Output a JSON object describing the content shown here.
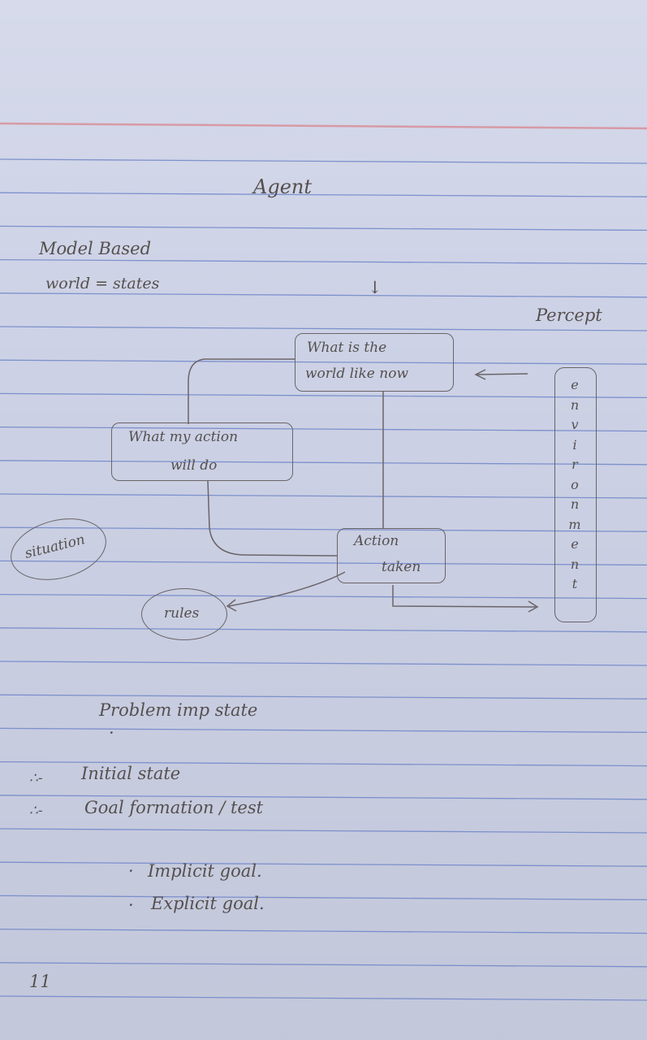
{
  "heading": "Agent",
  "subtitle": "Model Based",
  "world_line": "world = states",
  "down_arrow": "↓",
  "percept": "Percept",
  "box_world": {
    "line1": "What is the",
    "line2": "world like now"
  },
  "box_action": {
    "line1": "What my action",
    "line2": "will do"
  },
  "box_taken": {
    "line1": "Action",
    "line2": "taken"
  },
  "situation": "situation",
  "rules": "rules",
  "environment_letters": [
    "e",
    "n",
    "v",
    "i",
    "r",
    "o",
    "n",
    "m",
    "e",
    "n",
    "t"
  ],
  "problem_heading": "Problem imp state",
  "problem_dot": "·",
  "list": [
    {
      "bullet": "∴-",
      "text": "Initial  state"
    },
    {
      "bullet": "∴-",
      "text": "Goal  formation / test"
    }
  ],
  "goals": [
    {
      "bullet": "·",
      "text": "Implicit  goal."
    },
    {
      "bullet": "·",
      "text": "Explicit  goal."
    }
  ],
  "page_number": "11",
  "colors": {
    "paper": "#cdd2e6",
    "rule_line": "#6f86c8",
    "margin_line": "#d79aa6",
    "ink": "#55504e"
  }
}
